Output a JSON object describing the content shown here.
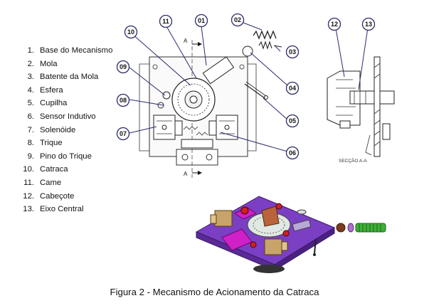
{
  "legend": [
    {
      "num": "1.",
      "label": "Base do Mecanismo"
    },
    {
      "num": "2.",
      "label": "Mola"
    },
    {
      "num": "3.",
      "label": "Batente da Mola"
    },
    {
      "num": "4.",
      "label": "Esfera"
    },
    {
      "num": "5.",
      "label": "Cupilha"
    },
    {
      "num": "6.",
      "label": "Sensor Indutivo"
    },
    {
      "num": "7.",
      "label": "Solenóide"
    },
    {
      "num": "8.",
      "label": "Trique"
    },
    {
      "num": "9.",
      "label": "Pino do Trique"
    },
    {
      "num": "10.",
      "label": "Catraca"
    },
    {
      "num": "11.",
      "label": "Came"
    },
    {
      "num": "12.",
      "label": "Cabeçote"
    },
    {
      "num": "13.",
      "label": "Eixo Central"
    }
  ],
  "callouts": [
    "01",
    "02",
    "03",
    "04",
    "05",
    "06",
    "07",
    "08",
    "09",
    "10",
    "11",
    "12",
    "13"
  ],
  "section_mark": "A",
  "section_label": "SECÇÃO A-A",
  "caption": "Figura 2 - Mecanismo de Acionamento da Catraca",
  "colors": {
    "callout_stroke": "#2b2d6e",
    "base_purple": "#7b3fc4",
    "spring_green": "#3fae3a",
    "ball_brown": "#7a3b1c",
    "solenoid_tan": "#c8a46a",
    "magenta": "#d020c8"
  }
}
